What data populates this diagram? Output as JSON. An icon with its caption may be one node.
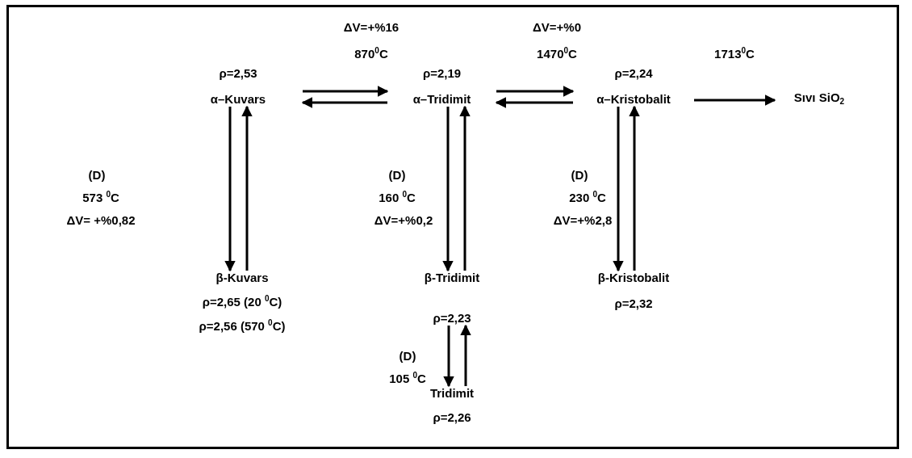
{
  "diagram": {
    "nodes": [
      {
        "text": [
          "ρ=2,53",
          "α–Kuvars"
        ]
      },
      {
        "text": [
          "ρ=2,19",
          "α–Tridimit"
        ]
      },
      {
        "text": [
          "ρ=2,24",
          "α–Kristobalit"
        ]
      },
      {
        "text": [
          "Sıvı SiO$_{2}$"
        ]
      },
      {
        "text": [
          "β-Kuvars",
          "ρ=2,65 (20 $^{0}$C)",
          "ρ=2,56 (570 $^{0}$C)"
        ]
      },
      {
        "text": [
          "β-Tridimit",
          "ρ=2,23"
        ]
      },
      {
        "text": [
          "β-Kristobalit",
          "ρ=2,32"
        ]
      },
      {
        "text": [
          "Tridimit",
          "ρ=2,26"
        ]
      }
    ],
    "edges": [
      {
        "from": 0,
        "to": 1,
        "arrow": "to",
        "label": "870$^{0}$C"
      },
      {
        "from": 1,
        "to": 0,
        "arrow": "to"
      },
      {
        "from": 1,
        "to": 2,
        "arrow": "to",
        "label": "1470$^{0}$C"
      },
      {
        "from": 2,
        "to": 1,
        "arrow": "to"
      },
      {
        "from": 2,
        "to": 3,
        "arrow": "to",
        "label": "1713$^{0}$C"
      },
      {
        "from": 0,
        "to": 4,
        "arrow": "to"
      },
      {
        "from": 4,
        "to": 0,
        "arrow": "to"
      },
      {
        "from": 1,
        "to": 5,
        "arrow": "to"
      },
      {
        "from": 5,
        "to": 1,
        "arrow": "to"
      },
      {
        "from": 2,
        "to": 6,
        "arrow": "to"
      },
      {
        "from": 6,
        "to": 2,
        "arrow": "to"
      },
      {
        "from": 5,
        "to": 7,
        "arrow": "to"
      },
      {
        "from": 7,
        "to": 5,
        "arrow": "to"
      }
    ],
    "labels": [
      "ΔV=+%16",
      "ΔV=+%0",
      "(D)",
      "573 $^{0}$C",
      "ΔV= +%0,82",
      "(D)",
      "160 $^{0}$C",
      "ΔV=+%0,2",
      "(D)",
      "230 $^{0}$C",
      "ΔV=+%2,8",
      "(D)",
      "105 $^{0}$C"
    ]
  }
}
